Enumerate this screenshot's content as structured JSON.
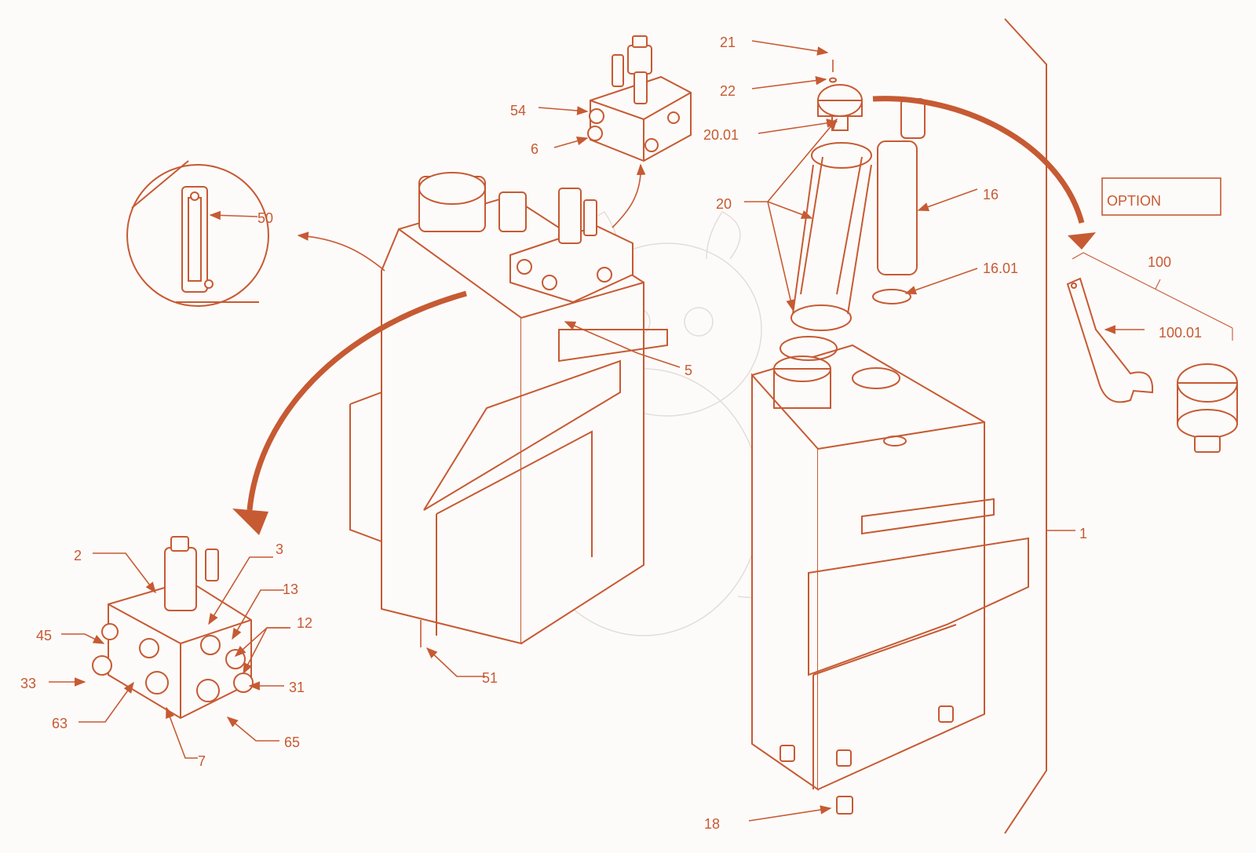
{
  "labels": {
    "l1": "1",
    "l2": "2",
    "l3": "3",
    "l5": "5",
    "l6": "6",
    "l7": "7",
    "l12": "12",
    "l13": "13",
    "l16": "16",
    "l1601": "16.01",
    "l18": "18",
    "l20": "20",
    "l2001": "20.01",
    "l21": "21",
    "l22": "22",
    "l31": "31",
    "l33": "33",
    "l45": "45",
    "l50": "50",
    "l51": "51",
    "l54": "54",
    "l63": "63",
    "l65": "65",
    "l100": "100",
    "l10001": "100.01"
  },
  "option_box": {
    "text": "OPTION"
  },
  "colors": {
    "accent": "#c65a33",
    "background": "#fdfbf9",
    "watermark": "#e2ddd8"
  }
}
